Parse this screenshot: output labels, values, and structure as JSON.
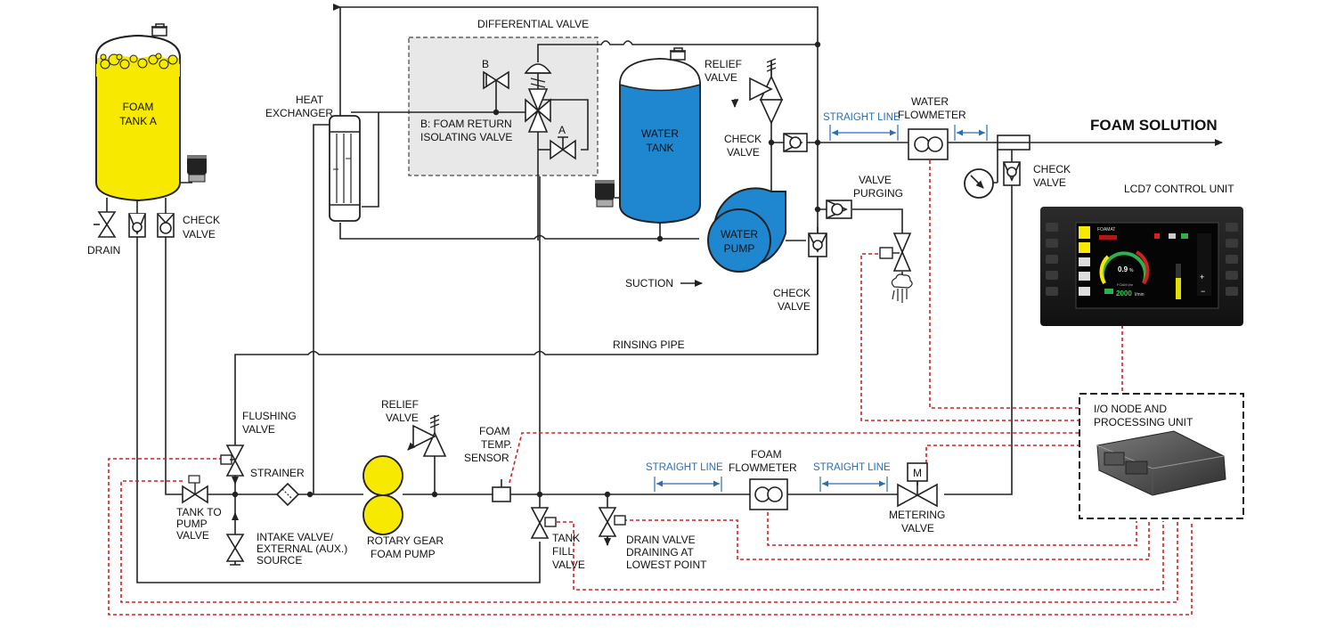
{
  "labels": {
    "foam_tank": [
      "FOAM",
      "TANK A"
    ],
    "drain": "DRAIN",
    "check_valve_tank": [
      "CHECK",
      "VALVE"
    ],
    "heat_exchanger": [
      "HEAT",
      "EXCHANGER"
    ],
    "differential_valve": "DIFFERENTIAL VALVE",
    "valve_b": "B",
    "valve_a": "A",
    "foam_return": [
      "B: FOAM RETURN",
      "ISOLATING VALVE"
    ],
    "water_tank": [
      "WATER",
      "TANK"
    ],
    "relief_valve_top": [
      "RELIEF",
      "VALVE"
    ],
    "check_valve_mid": [
      "CHECK",
      "VALVE"
    ],
    "straight_line_top": "STRAIGHT LINE",
    "water_flowmeter": [
      "WATER",
      "FLOWMETER"
    ],
    "foam_solution": "FOAM SOLUTION",
    "check_valve_right": [
      "CHECK",
      "VALVE"
    ],
    "valve_purging": [
      "VALVE",
      "PURGING"
    ],
    "water_pump": [
      "WATER",
      "PUMP"
    ],
    "suction": "SUCTION",
    "check_valve_pump": [
      "CHECK",
      "VALVE"
    ],
    "lcd7": "LCD7 CONTROL UNIT",
    "rinsing_pipe": "RINSING PIPE",
    "flushing_valve": [
      "FLUSHING",
      "VALVE"
    ],
    "strainer": "STRAINER",
    "relief_valve_bottom": [
      "RELIEF",
      "VALVE"
    ],
    "foam_temp_sensor": [
      "FOAM",
      "TEMP.",
      "SENSOR"
    ],
    "straight_line_left": "STRAIGHT LINE",
    "foam_flowmeter": [
      "FOAM",
      "FLOWMETER"
    ],
    "straight_line_right": "STRAIGHT LINE",
    "metering_motor": "M",
    "io_node": [
      "I/O NODE AND",
      "PROCESSING UNIT"
    ],
    "tank_to_pump": [
      "TANK TO",
      "PUMP",
      "VALVE"
    ],
    "intake_valve": [
      "INTAKE VALVE/",
      "EXTERNAL (AUX.)",
      "SOURCE"
    ],
    "rotary_gear": [
      "ROTARY GEAR",
      "FOAM PUMP"
    ],
    "tank_fill": [
      "TANK",
      "FILL",
      "VALVE"
    ],
    "drain_valve": [
      "DRAIN VALVE",
      "DRAINING AT",
      "LOWEST POINT"
    ],
    "metering_valve": [
      "METERING",
      "VALVE"
    ]
  },
  "screen": {
    "brand": "FOAMAT",
    "percent": "0.9",
    "percent_unit": "%",
    "flow_label": "FOAM l/m",
    "flow_value": "2000",
    "flow_unit": "l/min"
  },
  "colors": {
    "foam": "#f7ea00",
    "water": "#1f86d0",
    "signal": "#d42020",
    "dimension": "#2a6fb0",
    "panel": "#e8e8e8"
  }
}
